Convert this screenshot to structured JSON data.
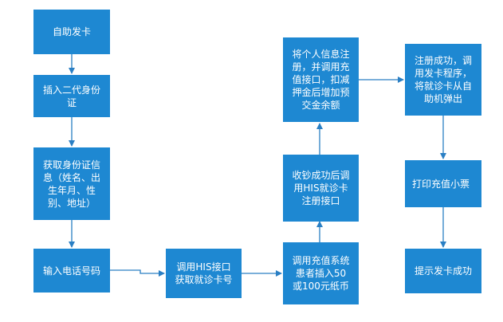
{
  "flow": {
    "nodes": {
      "n1": "自助发卡",
      "n2": "插入二代身份\n证",
      "n3": "获取身份证信\n息（姓名、出\n生年月、性\n别、地址）",
      "n4": "输入电话号码",
      "n5": "调用HIS接口\n获取就诊卡号",
      "n6": "调用充值系统\n患者插入50\n或100元纸币",
      "n7": "收钞成功后调\n用HIS就诊卡\n注册接口",
      "n8": "将个人信息注\n册，并调用充\n值接口，扣减\n押金后增加预\n交金余额",
      "n9": "注册成功，调\n用发卡程序，\n将就诊卡从自\n助机弹出",
      "n10": "打印充值小票",
      "n11": "提示发卡成功"
    },
    "colors": {
      "node_fill": "#1e88d2",
      "arrow": "#2a7fc4",
      "text": "#ffffff"
    }
  }
}
